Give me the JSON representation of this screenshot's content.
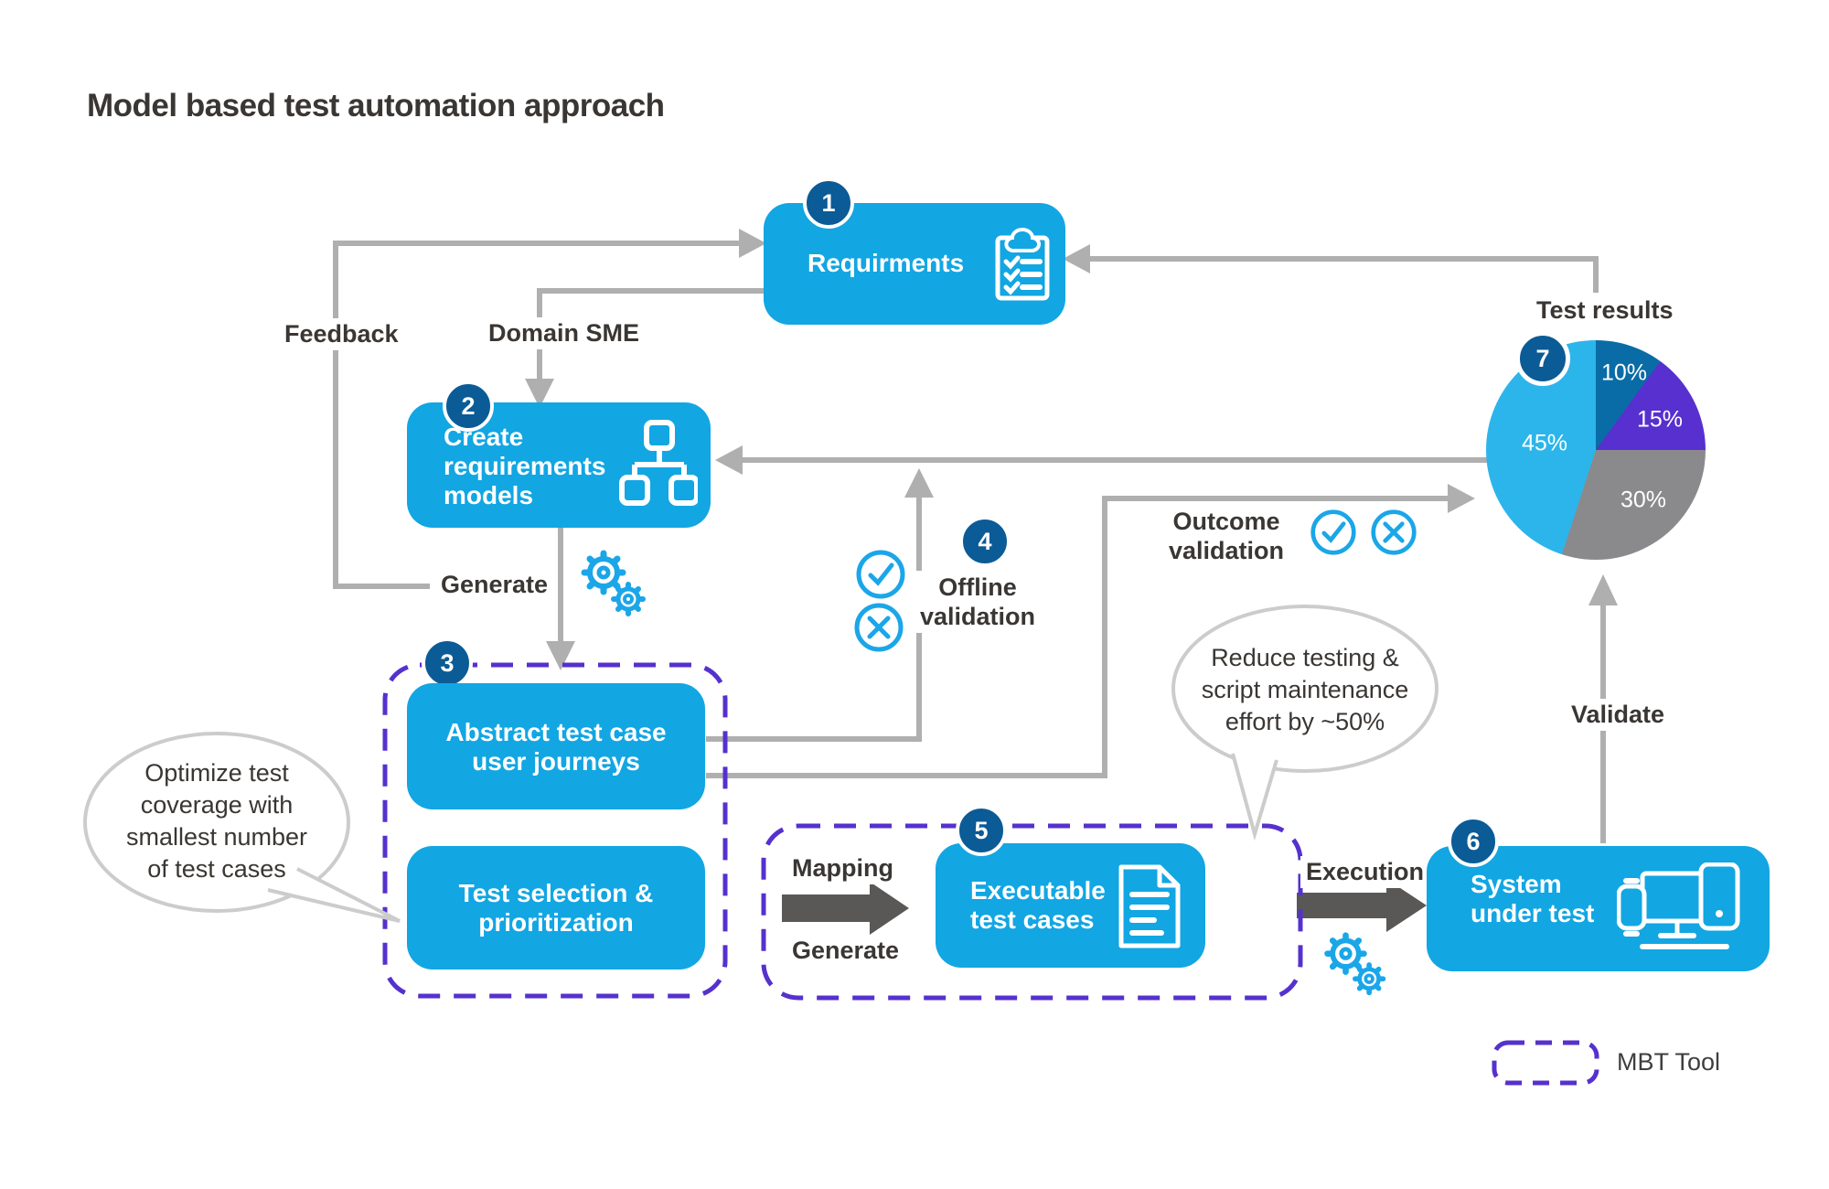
{
  "title": "Model based test automation approach",
  "colors": {
    "box_blue": "#12A6E3",
    "badge_blue": "#0B5B96",
    "purple_dash": "#5531CE",
    "connector_gray": "#AFAFAF",
    "thick_arrow_gray": "#5A5856",
    "text_dark": "#3A3633",
    "icon_blue": "#1BA6E8",
    "bubble_outline": "#CCCCCC"
  },
  "nodes": {
    "requirements": {
      "num": "1",
      "label": "Requirments",
      "icon": "clipboard-checklist-icon"
    },
    "create_models": {
      "num": "2",
      "lines": [
        "Create",
        "requirements",
        "models"
      ],
      "icon": "hierarchy-model-icon"
    },
    "mbt_group": {
      "num": "3"
    },
    "abstract": {
      "lines": [
        "Abstract test case",
        "user journeys"
      ]
    },
    "selection": {
      "lines": [
        "Test selection &",
        "prioritization"
      ]
    },
    "offline": {
      "num": "4",
      "lines": [
        "Offline",
        "validation"
      ],
      "icons": [
        "check-circle-icon",
        "x-circle-icon"
      ]
    },
    "executable": {
      "num": "5",
      "lines": [
        "Executable",
        "test cases"
      ],
      "icon": "document-icon"
    },
    "system_under_test": {
      "num": "6",
      "lines": [
        "System",
        "under test"
      ],
      "icon": "devices-icon"
    },
    "test_results": {
      "num": "7",
      "title": "Test results"
    }
  },
  "labels": {
    "feedback": "Feedback",
    "domain_sme": "Domain SME",
    "generate": "Generate",
    "mapping": "Mapping",
    "generate2": "Generate",
    "execution": "Execution",
    "validate": "Validate",
    "outcome": {
      "lines": [
        "Outcome",
        "validation"
      ],
      "icons": [
        "check-circle-icon",
        "x-circle-icon"
      ]
    },
    "mbt_tool": "MBT Tool"
  },
  "bubbles": {
    "optimize": {
      "lines": [
        "Optimize test",
        "coverage with",
        "smallest number",
        "of test cases"
      ]
    },
    "reduce": {
      "lines": [
        "Reduce testing &",
        "script maintenance",
        "effort by ~50%"
      ]
    }
  },
  "chart_data": {
    "type": "pie",
    "title": "Test results",
    "values": [
      10,
      15,
      30,
      45
    ],
    "display_labels": [
      "10%",
      "15%",
      "30%",
      "45%"
    ],
    "slice_colors": [
      "#0A6CA6",
      "#5730CF",
      "#8A8A8C",
      "#2CB5EB"
    ],
    "start_angle_deg": 0,
    "direction": "clockwise",
    "legend_position": "none"
  }
}
